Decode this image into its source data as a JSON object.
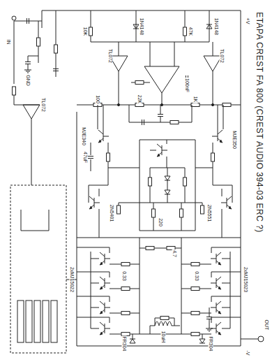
{
  "diagram": {
    "title": "ETAPA CREST FA 800 (CREST AUDIO 394-03 ERC ?)",
    "labels": [
      "IN",
      "GND",
      "TL072",
      "TL072",
      "TL072",
      "1N4148",
      "1N4148",
      "10K",
      "47K",
      "100",
      "22K",
      "1K",
      "100nF",
      "47uF",
      "MJE340",
      "MJE350",
      "2N5401",
      "2N5551",
      "220",
      "4.7",
      "2xMJ15022",
      "2xMJ15023",
      "0.33",
      "0.33",
      "FR304",
      "FR304",
      "10uH",
      "OUT",
      "+V",
      "-V"
    ]
  }
}
